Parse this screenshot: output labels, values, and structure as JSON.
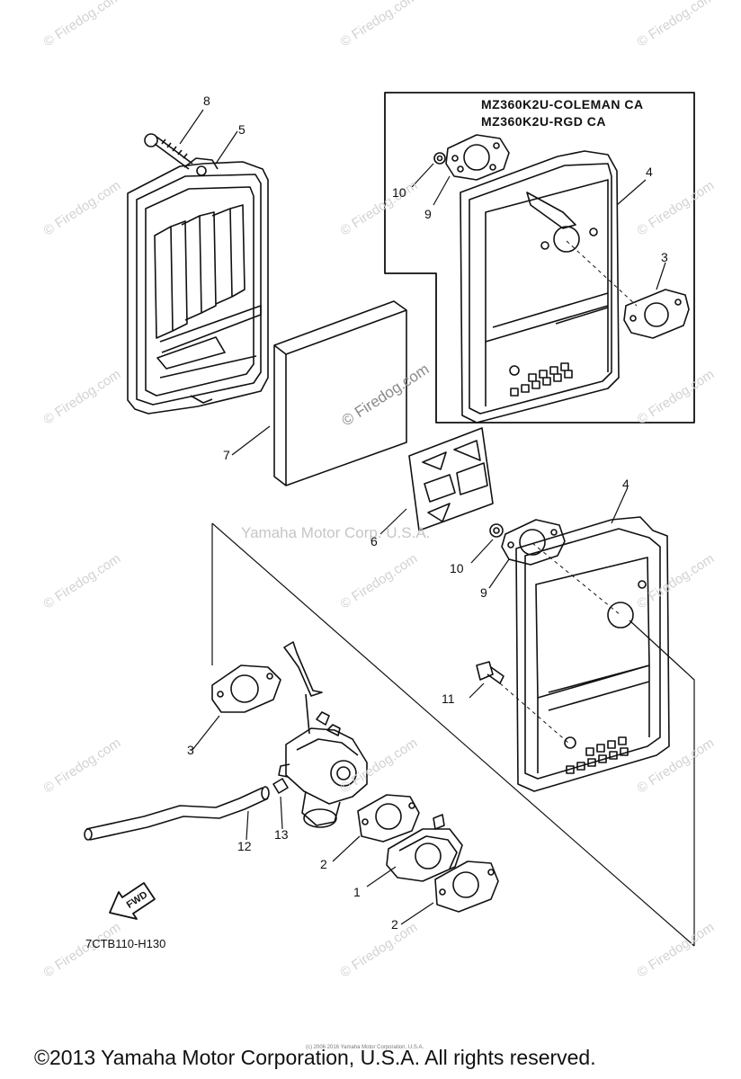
{
  "watermark": {
    "text": "© Firedog.com",
    "center_text": "Yamaha Motor Corp. U.S.A."
  },
  "inset": {
    "lines": [
      "MZ360K2U-COLEMAN CA",
      "MZ360K2U-RGD CA"
    ]
  },
  "callouts": {
    "p8": "8",
    "p5": "5",
    "p10a": "10",
    "p9a": "9",
    "p4a": "4",
    "p3a": "3",
    "p7": "7",
    "p6": "6",
    "p4b": "4",
    "p10b": "10",
    "p9b": "9",
    "p11": "11",
    "p3b": "3",
    "p12": "12",
    "p13": "13",
    "p2a": "2",
    "p1": "1",
    "p2b": "2"
  },
  "fwd_label": "FWD",
  "drawing_code": "7CTB110-H130",
  "copyright": "©2013 Yamaha Motor Corporation, U.S.A. All rights reserved.",
  "fine_print": "(c) 2006 2016 Yamaha Motor Corporation, U.S.A."
}
